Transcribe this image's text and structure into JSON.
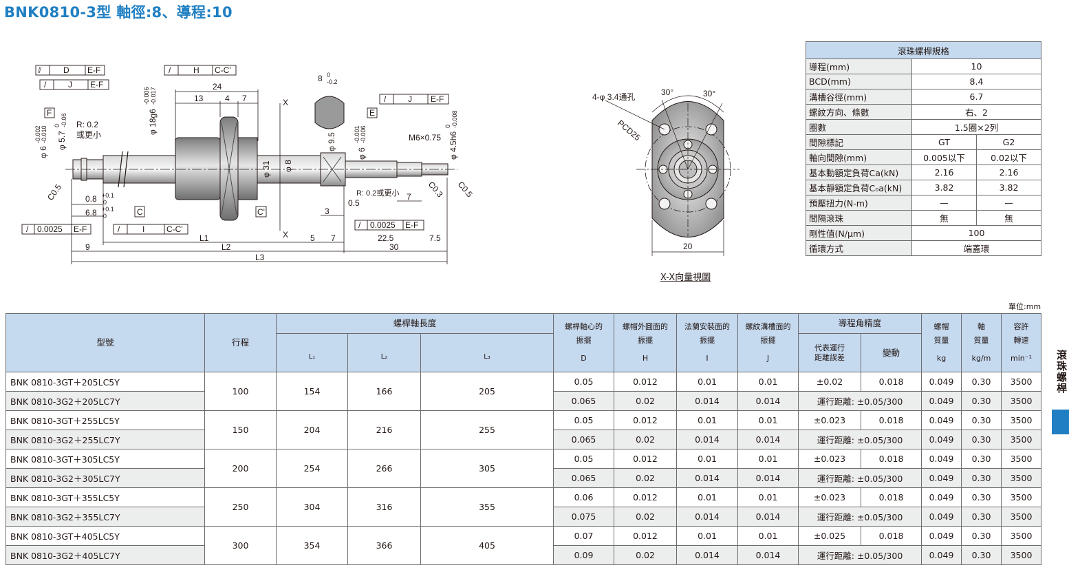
{
  "title": "BNK0810-3型 軸徑:8、導程:10",
  "drawing": {
    "gdt_de": [
      "D",
      "E-F"
    ],
    "gdt_hcc": [
      "H",
      "C-C'"
    ],
    "gdt_jef_left": [
      "J",
      "E-F"
    ],
    "gdt_jef_right": [
      "J",
      "E-F"
    ],
    "gdt_bottom_left": [
      "0.0025",
      "E-F"
    ],
    "gdt_icc": [
      "I",
      "C-C'"
    ],
    "gdt_bottom_right": [
      "0.0025",
      "E-F"
    ],
    "d24": "24",
    "d13": "13",
    "d4": "4",
    "d7": "7",
    "d18": "φ 18g6",
    "d18_tol_a": "-0.006",
    "d18_tol_b": "-0.017",
    "d8top": "8",
    "d8top_tol_a": "0",
    "d8top_tol_b": "-0.2",
    "x_mark": "X",
    "label_F": "F",
    "label_E": "E",
    "label_C": "C",
    "label_C2": "C'",
    "d6left": "φ 6",
    "d6left_tol_a": "-0.002",
    "d6left_tol_b": "-0.010",
    "d57": "φ 5.7",
    "d57_tol_a": "0",
    "d57_tol_b": "-0.06",
    "r02": "R: 0.2",
    "r02b": "或更小",
    "c05a": "C0.5",
    "d08": "0.8",
    "d08_tol_a": "+0.1",
    "d08_tol_b": "0",
    "d68": "6.8",
    "d68_tol_a": "+0.1",
    "d68_tol_b": "0",
    "d95": "φ 9.5",
    "d31": "φ 31",
    "d8": "φ 8",
    "d6right": "φ 6",
    "d6right_tol_a": "-0.001",
    "d6right_tol_b": "-0.006",
    "m6": "M6×0.75",
    "d45": "φ 4.5h6",
    "d45_tol_a": "0",
    "d45_tol_b": "-0.008",
    "r02right": "R: 0.2或更小",
    "c03": "C0.3",
    "c05b": "C0.5",
    "d3": "3",
    "d05": "0.5",
    "d7b": "7",
    "d9": "9",
    "L1": "L1",
    "L2": "L2",
    "L3": "L3",
    "d5": "5",
    "d7c": "7",
    "d225": "22.5",
    "d30": "30",
    "d75": "7.5",
    "holes": "4-φ 3.4通孔",
    "ang1": "30°",
    "ang2": "30°",
    "pcd": "PCD25",
    "d20": "20",
    "xview": "X-X向量視圖"
  },
  "spec": {
    "header": "滾珠螺桿規格",
    "rows": [
      {
        "label": "導程(mm)",
        "v": "10"
      },
      {
        "label": "BCD(mm)",
        "v": "8.4"
      },
      {
        "label": "溝槽谷徑(mm)",
        "v": "6.7"
      },
      {
        "label": "螺紋方向、條數",
        "v": "右、2"
      },
      {
        "label": "圈數",
        "v": "1.5圈×2列"
      },
      {
        "label": "間隙標記",
        "a": "GT",
        "b": "G2"
      },
      {
        "label": "軸向間隙(mm)",
        "a": "0.005以下",
        "b": "0.02以下"
      },
      {
        "label": "基本動額定負荷Ca(kN)",
        "a": "2.16",
        "b": "2.16"
      },
      {
        "label": "基本靜額定負荷C₀a(kN)",
        "a": "3.82",
        "b": "3.82"
      },
      {
        "label": "預壓扭力(N-m)",
        "a": "—",
        "b": "—"
      },
      {
        "label": "間隔滾珠",
        "a": "無",
        "b": "無"
      },
      {
        "label": "剛性值(N/μm)",
        "v": "100"
      },
      {
        "label": "循環方式",
        "v": "端蓋環"
      }
    ]
  },
  "unit": "單位:mm",
  "table": {
    "h_model": "型號",
    "h_stroke": "行程",
    "h_len": "螺桿軸長度",
    "h_L1": "L₁",
    "h_L2": "L₂",
    "h_L3": "L₃",
    "h_D1": "螺桿軸心的",
    "h_D2": "振擺",
    "h_D3": "D",
    "h_H1": "螺帽外圓面的",
    "h_H2": "振擺",
    "h_H3": "H",
    "h_I1": "法蘭安裝面的",
    "h_I2": "振擺",
    "h_I3": "I",
    "h_J1": "螺紋溝槽面的",
    "h_J2": "振擺",
    "h_J3": "J",
    "h_lead": "導程角精度",
    "h_rep1": "代表運行",
    "h_rep2": "距離誤差",
    "h_var": "變動",
    "h_nut1": "螺帽",
    "h_nut2": "質量",
    "h_nut3": "kg",
    "h_sh1": "軸",
    "h_sh2": "質量",
    "h_sh3": "kg/m",
    "h_sp1": "容許",
    "h_sp2": "轉速",
    "h_sp3": "min⁻¹",
    "groups": [
      {
        "stroke": "100",
        "L1": "154",
        "L2": "166",
        "L3": "205",
        "gt": {
          "model": "BNK 0810-3GT＋205LC5Y",
          "D": "0.05",
          "H": "0.012",
          "I": "0.01",
          "J": "0.01",
          "rep": "±0.02",
          "var": "0.018",
          "nut": "0.049",
          "shaft": "0.30",
          "speed": "3500"
        },
        "g2": {
          "model": "BNK 0810-3G2＋205LC7Y",
          "D": "0.065",
          "H": "0.02",
          "I": "0.014",
          "J": "0.014",
          "run": "運行距離: ±0.05/300",
          "nut": "0.049",
          "shaft": "0.30",
          "speed": "3500"
        }
      },
      {
        "stroke": "150",
        "L1": "204",
        "L2": "216",
        "L3": "255",
        "gt": {
          "model": "BNK 0810-3GT＋255LC5Y",
          "D": "0.05",
          "H": "0.012",
          "I": "0.01",
          "J": "0.01",
          "rep": "±0.023",
          "var": "0.018",
          "nut": "0.049",
          "shaft": "0.30",
          "speed": "3500"
        },
        "g2": {
          "model": "BNK 0810-3G2＋255LC7Y",
          "D": "0.065",
          "H": "0.02",
          "I": "0.014",
          "J": "0.014",
          "run": "運行距離: ±0.05/300",
          "nut": "0.049",
          "shaft": "0.30",
          "speed": "3500"
        }
      },
      {
        "stroke": "200",
        "L1": "254",
        "L2": "266",
        "L3": "305",
        "gt": {
          "model": "BNK 0810-3GT＋305LC5Y",
          "D": "0.05",
          "H": "0.012",
          "I": "0.01",
          "J": "0.01",
          "rep": "±0.023",
          "var": "0.018",
          "nut": "0.049",
          "shaft": "0.30",
          "speed": "3500"
        },
        "g2": {
          "model": "BNK 0810-3G2＋305LC7Y",
          "D": "0.065",
          "H": "0.02",
          "I": "0.014",
          "J": "0.014",
          "run": "運行距離: ±0.05/300",
          "nut": "0.049",
          "shaft": "0.30",
          "speed": "3500"
        }
      },
      {
        "stroke": "250",
        "L1": "304",
        "L2": "316",
        "L3": "355",
        "gt": {
          "model": "BNK 0810-3GT＋355LC5Y",
          "D": "0.06",
          "H": "0.012",
          "I": "0.01",
          "J": "0.01",
          "rep": "±0.023",
          "var": "0.018",
          "nut": "0.049",
          "shaft": "0.30",
          "speed": "3500"
        },
        "g2": {
          "model": "BNK 0810-3G2＋355LC7Y",
          "D": "0.075",
          "H": "0.02",
          "I": "0.014",
          "J": "0.014",
          "run": "運行距離: ±0.05/300",
          "nut": "0.049",
          "shaft": "0.30",
          "speed": "3500"
        }
      },
      {
        "stroke": "300",
        "L1": "354",
        "L2": "366",
        "L3": "405",
        "gt": {
          "model": "BNK 0810-3GT＋405LC5Y",
          "D": "0.07",
          "H": "0.012",
          "I": "0.01",
          "J": "0.01",
          "rep": "±0.025",
          "var": "0.018",
          "nut": "0.049",
          "shaft": "0.30",
          "speed": "3500"
        },
        "g2": {
          "model": "BNK 0810-3G2＋405LC7Y",
          "D": "0.09",
          "H": "0.02",
          "I": "0.014",
          "J": "0.014",
          "run": "運行距離: ±0.05/300",
          "nut": "0.049",
          "shaft": "0.30",
          "speed": "3500"
        }
      }
    ]
  },
  "side_label": "滾珠螺桿"
}
